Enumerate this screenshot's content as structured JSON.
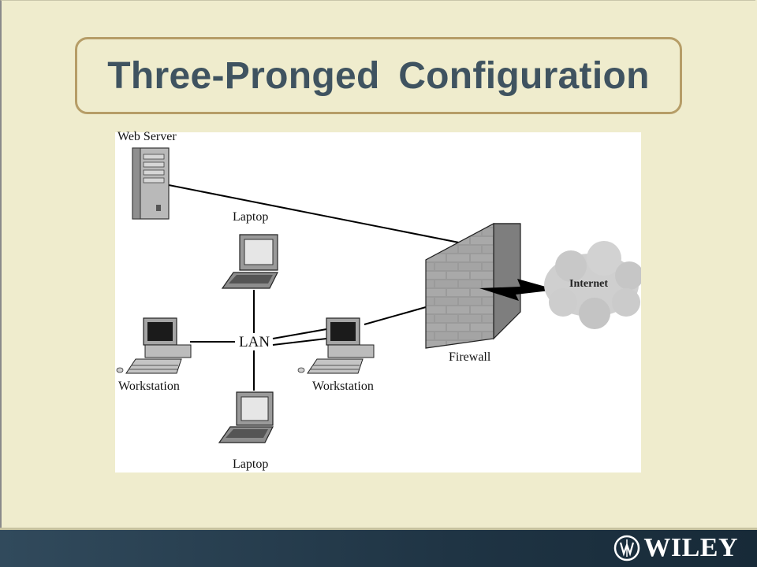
{
  "slide": {
    "title": "Three-Pronged Configuration"
  },
  "diagram": {
    "labels": {
      "web_server": "Web Server",
      "laptop_top": "Laptop",
      "lan": "LAN",
      "workstation_left": "Workstation",
      "workstation_right": "Workstation",
      "laptop_bottom": "Laptop",
      "firewall": "Firewall",
      "internet": "Internet"
    }
  },
  "footer": {
    "brand": "WILEY"
  },
  "colors": {
    "background": "#efeccd",
    "title_text": "#3f5360",
    "title_border": "#b69d67",
    "footer": "#223746"
  }
}
